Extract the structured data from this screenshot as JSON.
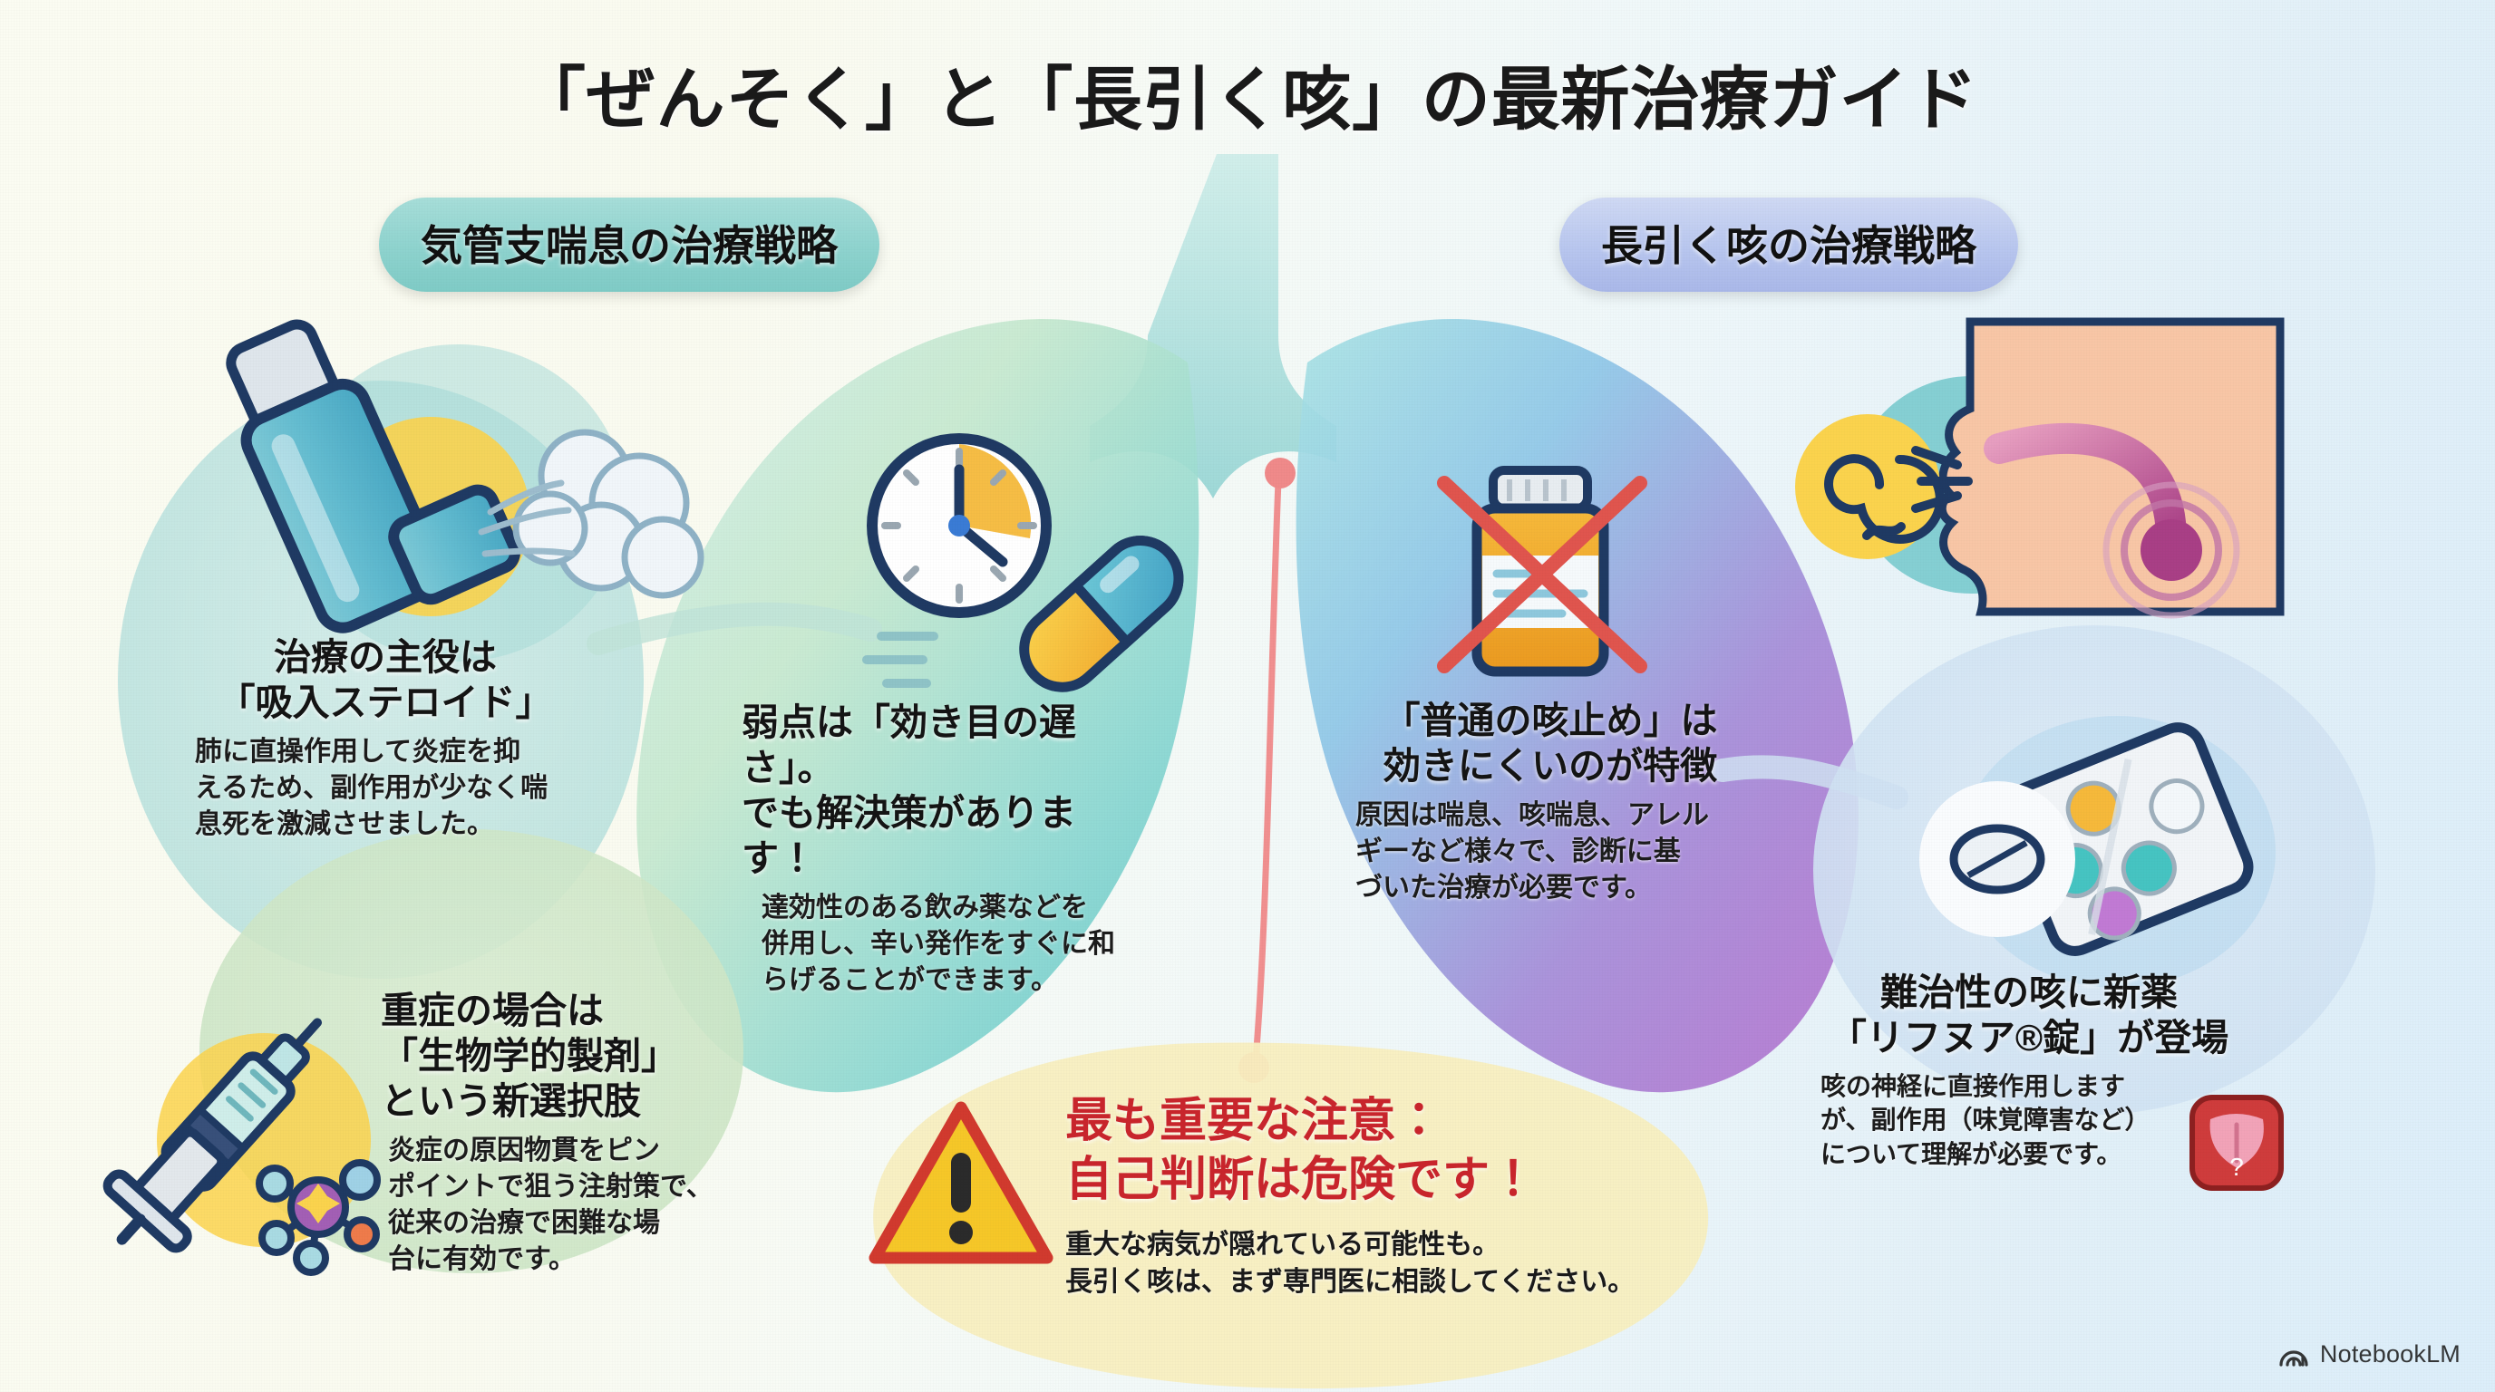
{
  "title": "「ぜんそく」と「長引く咳」の最新治療ガイド",
  "headers": {
    "left": "気管支喘息の治療戦略",
    "right": "長引く咳の治療戦略"
  },
  "blocks": [
    {
      "id": "steroid",
      "heading": "治療の主役は\n「吸入ステロイド」",
      "heading_line1": "治療の主役は",
      "heading_line2": "「吸入ステロイド」",
      "body_line1": "肺に直操作用して炎症を抑",
      "body_line2": "えるため、副作用が少なく喘",
      "body_line3": "息死を激減させました。",
      "icon": "inhaler-icon"
    },
    {
      "id": "onset",
      "heading_line1": "弱点は「効き目の遅さ」。",
      "heading_line2": "でも解決策があります！",
      "body_line1": "達効性のある飲み薬などを",
      "body_line2": "併用し、辛い発作をすぐに和",
      "body_line3": "らげることができます。",
      "icon": "clock-pill-icon"
    },
    {
      "id": "biologic",
      "heading_line1": "重症の場合は",
      "heading_line2": "「生物学的製剤」",
      "heading_line3": "という新選択肢",
      "body_line1": "炎症の原因物貫をピン",
      "body_line2": "ポイントで狙う注射策で、",
      "body_line3": "従来の治療で困難な場",
      "body_line4": "台に有効です。",
      "icon": "syringe-icon"
    },
    {
      "id": "cough",
      "heading_line1": "「普通の咳止め」は",
      "heading_line2": "効きにくいのが特徴",
      "body_line1": "原因は喘息、咳喘息、アレル",
      "body_line2": "ギーなど様々で、診断に基",
      "body_line3": "づいた治療が必要です。",
      "icon": "crossed-medicine-bottle-icon"
    },
    {
      "id": "new-drug",
      "heading_line1": "難治性の咳に新薬",
      "heading_line2": "「リフヌア®錠」が登場",
      "body_line1": "咳の神経に直接作用します",
      "body_line2": "が、副作用（味覚障害など）",
      "body_line3": "について理解が必要です。",
      "icon": "blister-pack-icon"
    }
  ],
  "warning": {
    "heading_line1": "最も重要な注意：",
    "heading_line2": "自己判断は危険です！",
    "body_line1": "重大な病気が隠れている可能性も。",
    "body_line2": "長引く咳は、まず専門医に相談してください。",
    "icon": "warning-triangle-icon"
  },
  "watermark": {
    "label": "NotebookLM",
    "icon": "notebooklm-logo-icon"
  },
  "colors": {
    "pill_left_bg": "#8ed3ce",
    "pill_right_bg": "#b8c6ef",
    "warning_red": "#c9252c",
    "warning_blob": "#f8efc0",
    "outline_navy": "#1f3a63",
    "accent_teal": "#4cbcc6",
    "accent_yellow": "#fbd34d",
    "accent_orange": "#f5a623",
    "accent_magenta": "#b5418f",
    "lung_left": "#b7e5e0",
    "lung_right": "#b79ae0"
  }
}
